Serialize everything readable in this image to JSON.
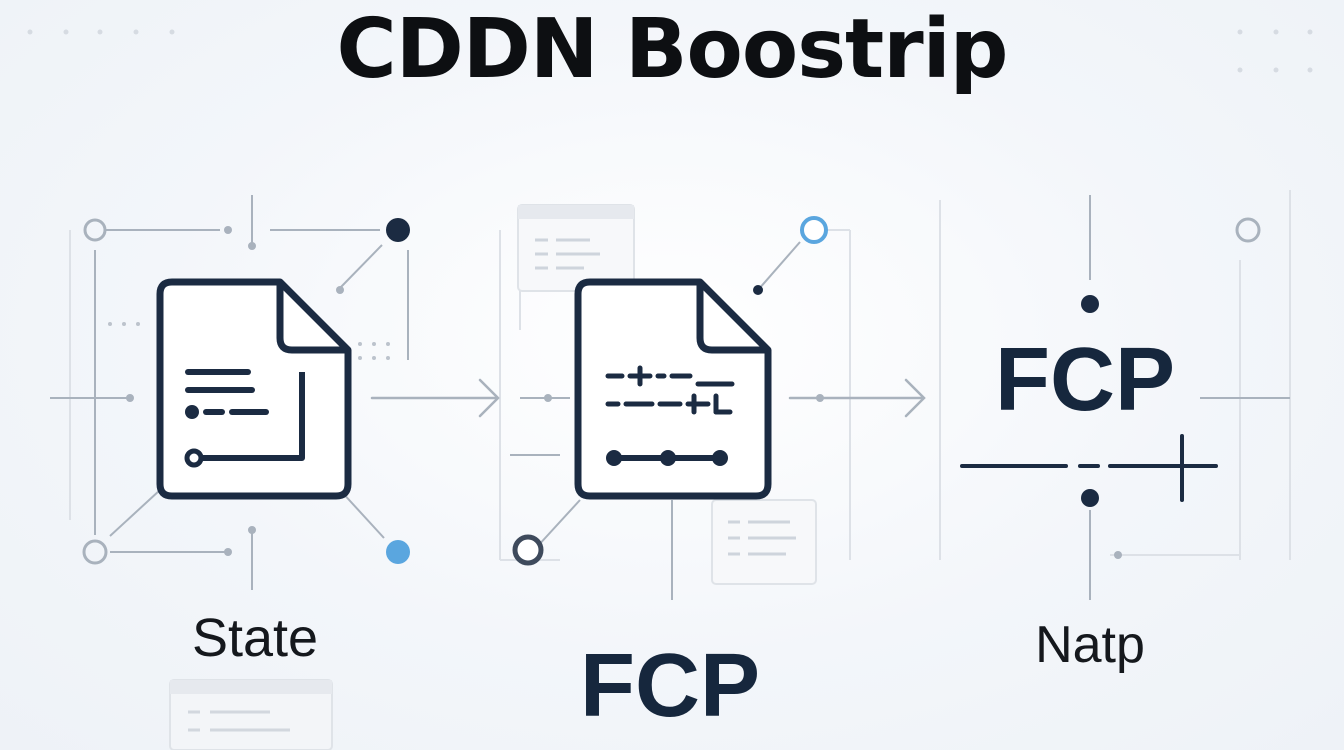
{
  "title": "CDDN Boostrip",
  "nodes": {
    "state_label": "State",
    "center_label": "FCP",
    "right_heading": "FCP",
    "right_label": "Natp"
  },
  "colors": {
    "ink": "#1b2b42",
    "accent_blue": "#5aa6df",
    "connector_grey": "#a9b2bd",
    "faint_grey": "#d3d8df"
  },
  "icons": [
    "document-icon",
    "document-icon",
    "arrow-right-icon",
    "arrow-right-icon",
    "plus-icon"
  ]
}
